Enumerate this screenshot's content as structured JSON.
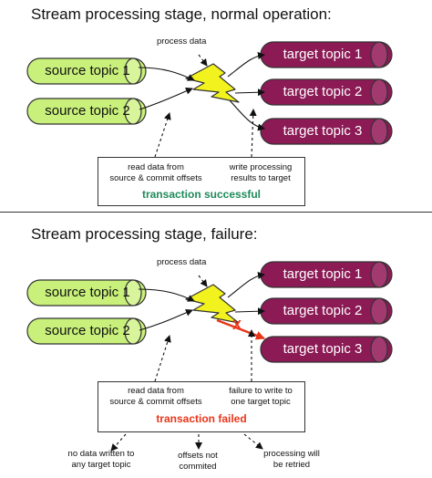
{
  "colors": {
    "source_fill": "#c8f07a",
    "source_end": "#d9f59c",
    "target_fill": "#8b1a55",
    "target_end": "#a23a70",
    "processor": "#f2f21e",
    "success_text": "#1e8a5a",
    "failure_text": "#e8361a",
    "failure_arrow": "#e8361a"
  },
  "normal": {
    "title": "Stream processing stage, normal operation:",
    "process_label": "process data",
    "sources": [
      "source topic 1",
      "source topic 2"
    ],
    "targets": [
      "target topic 1",
      "target topic 2",
      "target topic 3"
    ],
    "read_note": "read data from\nsource & commit offsets",
    "write_note": "write processing\nresults to target",
    "status": "transaction successful"
  },
  "failure": {
    "title": "Stream processing stage, failure:",
    "process_label": "process data",
    "sources": [
      "source topic 1",
      "source topic 2"
    ],
    "targets": [
      "target topic 1",
      "target topic 2",
      "target topic 3"
    ],
    "read_note": "read data from\nsource & commit offsets",
    "write_note": "failure to write to\none target topic",
    "status": "transaction failed",
    "failed_marker": "X",
    "outcomes": [
      "no data written to\nany target topic",
      "offsets not\ncommited",
      "processing will\nbe retried"
    ]
  }
}
